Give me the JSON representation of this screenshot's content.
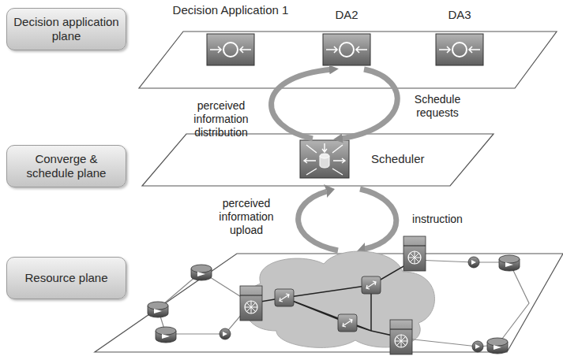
{
  "diagram": {
    "nodes": [
      {
        "text": [
          "Decision application plane"
        ]
      },
      {
        "text": [
          "Converge & schedule plane"
        ]
      },
      {
        "text": [
          "Resource plane"
        ]
      },
      {
        "text": [
          "Decision Application 1"
        ]
      },
      {
        "text": [
          "DA2"
        ]
      },
      {
        "text": [
          "DA3"
        ]
      },
      {
        "text": [
          "Scheduler"
        ]
      }
    ],
    "edges": [
      {
        "from": 6,
        "to": 4,
        "arrow": "to",
        "label": "perceived information distribution"
      },
      {
        "from": 4,
        "to": 6,
        "arrow": "to",
        "label": "Schedule requests"
      }
    ],
    "labels": [
      "perceived information upload",
      "instruction"
    ]
  }
}
